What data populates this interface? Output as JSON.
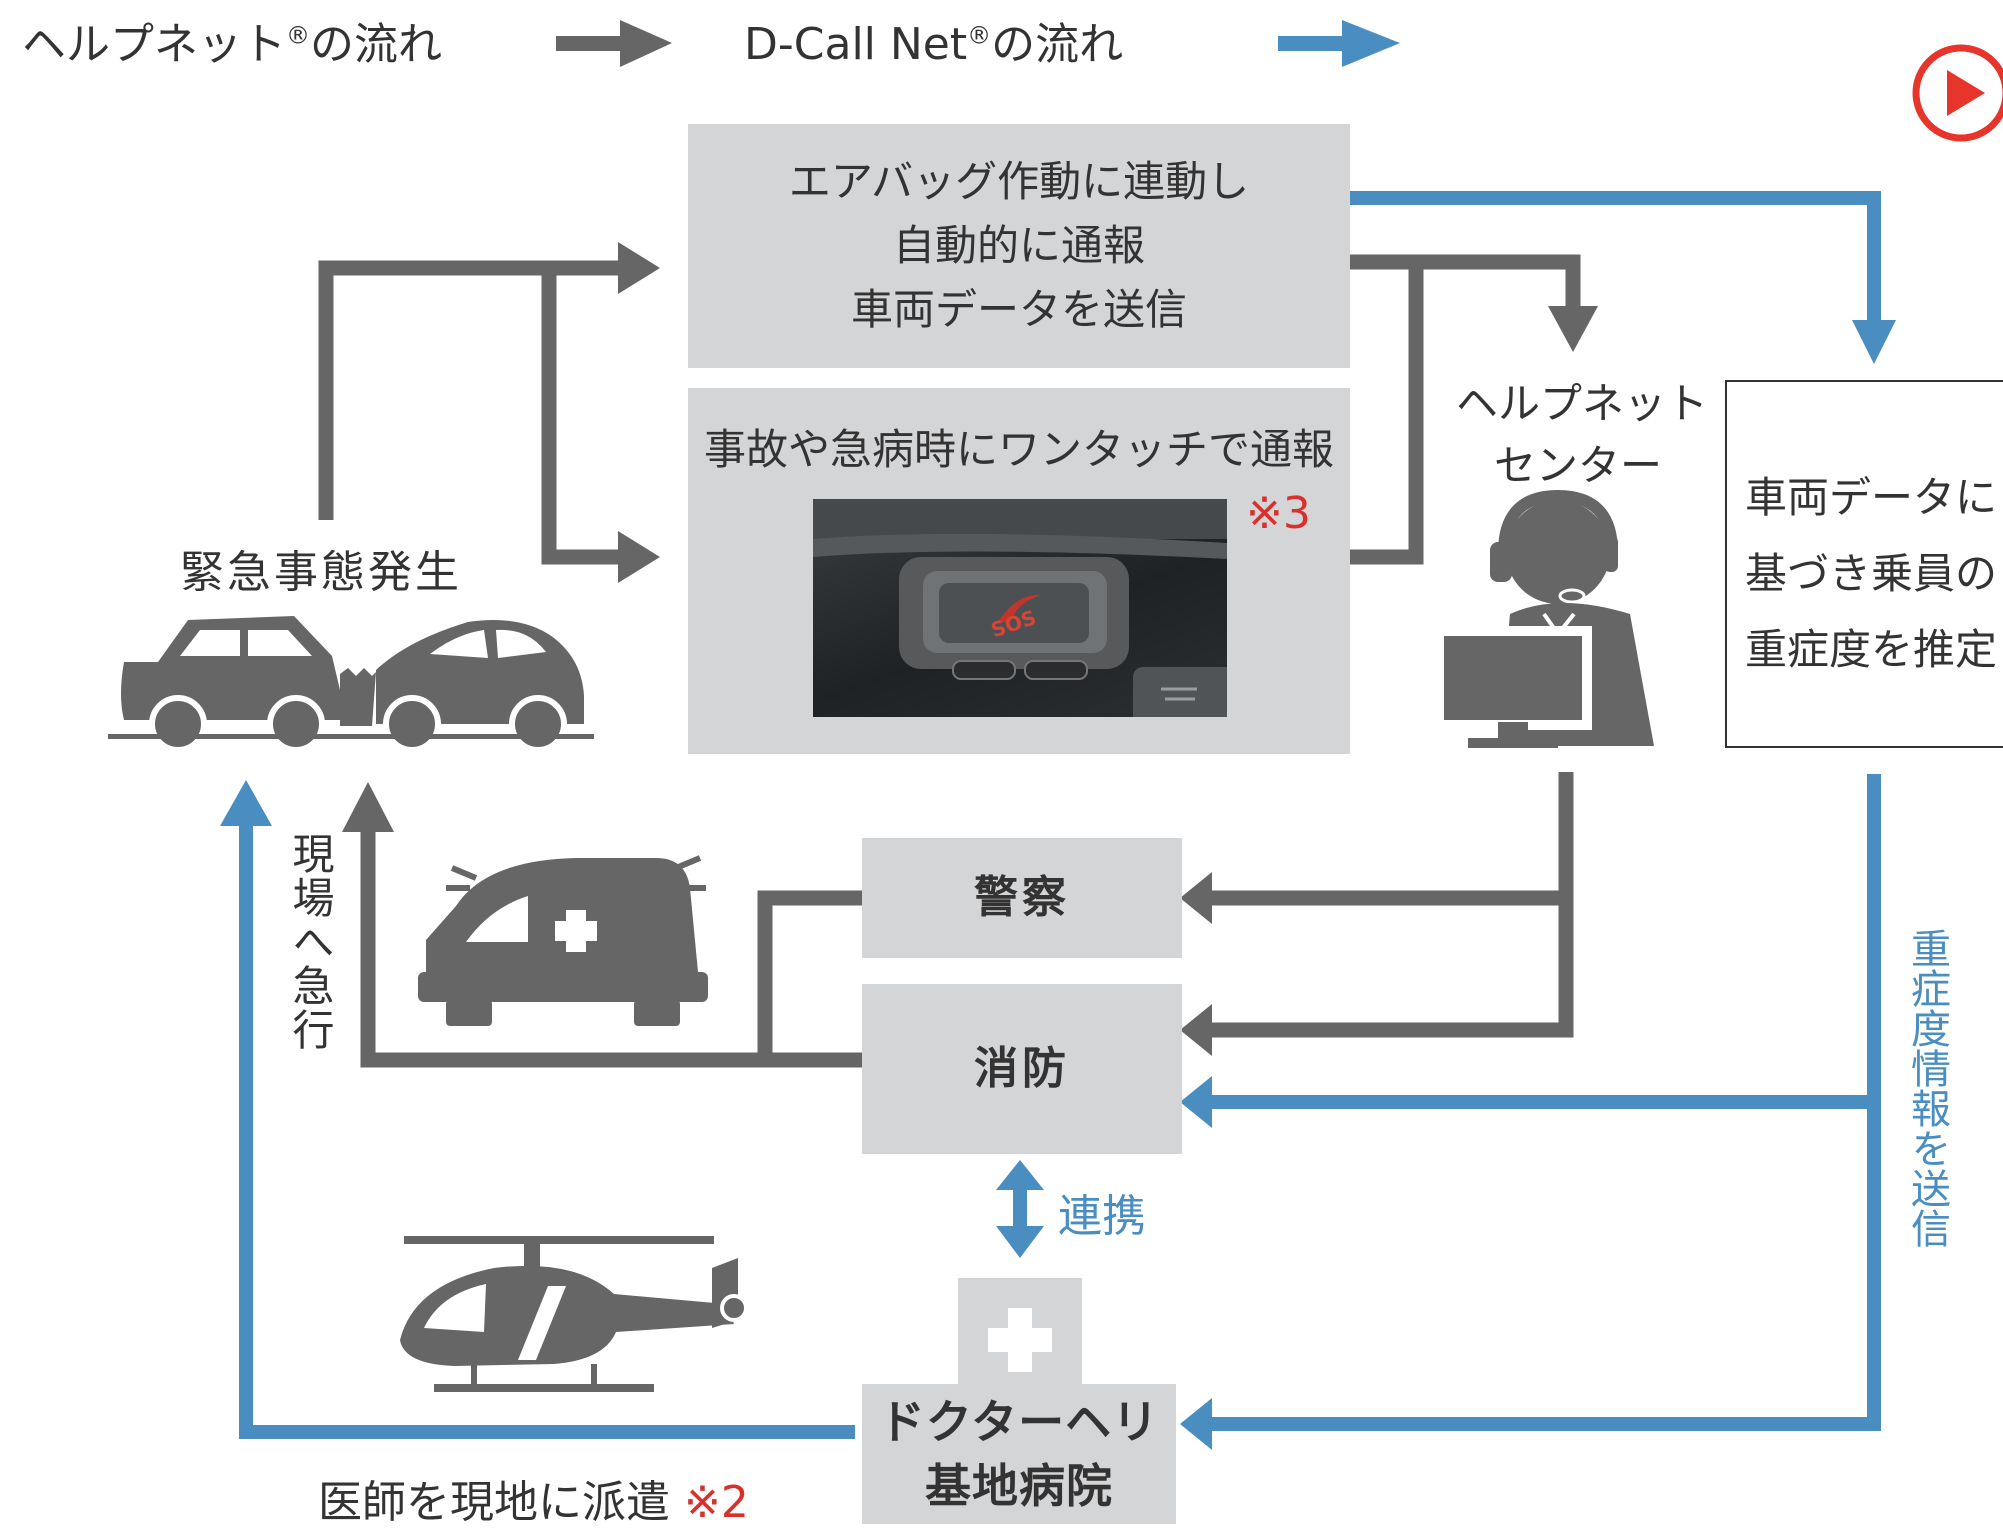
{
  "legend": {
    "helpnet_label": "ヘルプネット",
    "helpnet_reg": "®",
    "helpnet_suffix": "の流れ",
    "dcall_label": "D-Call Net",
    "dcall_reg": "®",
    "dcall_suffix": "の流れ"
  },
  "boxes": {
    "airbag": [
      "エアバッグ作動に連動し",
      "自動的に通報",
      "車両データを送信"
    ],
    "onetouch": "事故や急病時にワンタッチで通報",
    "onetouch_note": "※3",
    "sos_button_text": "SOS",
    "police": "警察",
    "fire": "消防",
    "hospital": [
      "ドクターヘリ",
      "基地病院"
    ],
    "estimate": [
      "車両データに",
      "基づき乗員の",
      "重症度を推定"
    ]
  },
  "labels": {
    "emergency": "緊急事態発生",
    "center": [
      "ヘルプネット",
      "センター"
    ],
    "rush": "現場へ急行",
    "cooperation": "連携",
    "dispatch": "医師を現地に派遣",
    "dispatch_note": "※2",
    "send_severity": "重症度情報を送信"
  },
  "colors": {
    "gray_flow": "#666666",
    "blue_flow": "#4a8dc0",
    "box_fill": "#d4d5d7",
    "note_red": "#d9302c",
    "play_red": "#e8352c"
  },
  "icons": {
    "play": "play-button-icon",
    "cars": "car-crash-icon",
    "operator": "operator-icon",
    "ambulance": "ambulance-icon",
    "helicopter": "helicopter-icon",
    "hospital": "hospital-cross-icon"
  }
}
